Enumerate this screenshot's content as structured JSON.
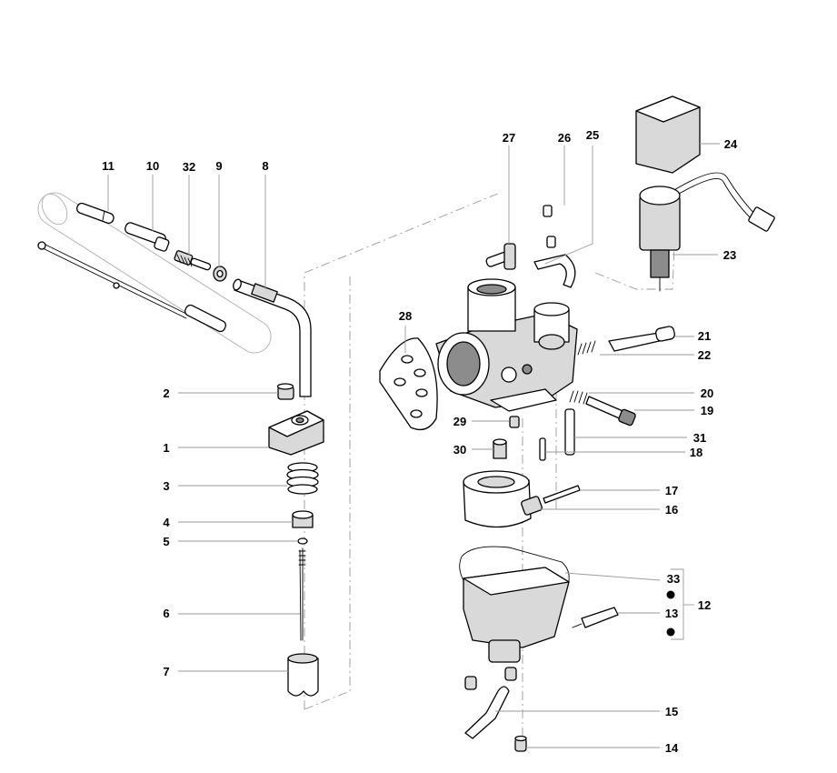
{
  "callouts": {
    "c1": "1",
    "c2": "2",
    "c3": "3",
    "c4": "4",
    "c5": "5",
    "c6": "6",
    "c7": "7",
    "c8": "8",
    "c9": "9",
    "c10": "10",
    "c11": "11",
    "c12": "12",
    "c13": "13",
    "c14": "14",
    "c15": "15",
    "c16": "16",
    "c17": "17",
    "c18": "18",
    "c19": "19",
    "c20": "20",
    "c21": "21",
    "c22": "22",
    "c23": "23",
    "c24": "24",
    "c25": "25",
    "c26": "26",
    "c27": "27",
    "c28": "28",
    "c29": "29",
    "c30": "30",
    "c31": "31",
    "c32": "32",
    "c33": "33"
  },
  "colors": {
    "ink": "#000000",
    "leader": "#9a9a9a",
    "shade": "#d9d9d9",
    "dark": "#8c8c8c"
  }
}
